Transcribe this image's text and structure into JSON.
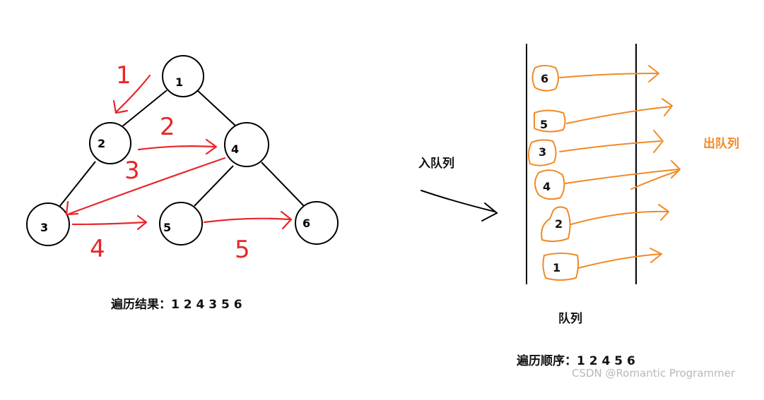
{
  "colors": {
    "tree": "#000000",
    "traversal": "#e8262a",
    "queue": "#f08a24",
    "watermark": "#b8b8b8"
  },
  "tree": {
    "nodes": [
      "1",
      "2",
      "4",
      "3",
      "5",
      "6"
    ]
  },
  "traversal_steps": [
    "1",
    "2",
    "3",
    "4",
    "5"
  ],
  "traversal_result": "遍历结果：1 2 4 3 5 6",
  "enqueue_label": "入队列",
  "queue": {
    "label": "队列",
    "items": [
      "6",
      "5",
      "3",
      "4",
      "2",
      "1"
    ],
    "dequeue_label": "出队列",
    "order_text": "遍历顺序：1 2 4 5 6"
  },
  "watermark": "CSDN @Romantic Programmer"
}
